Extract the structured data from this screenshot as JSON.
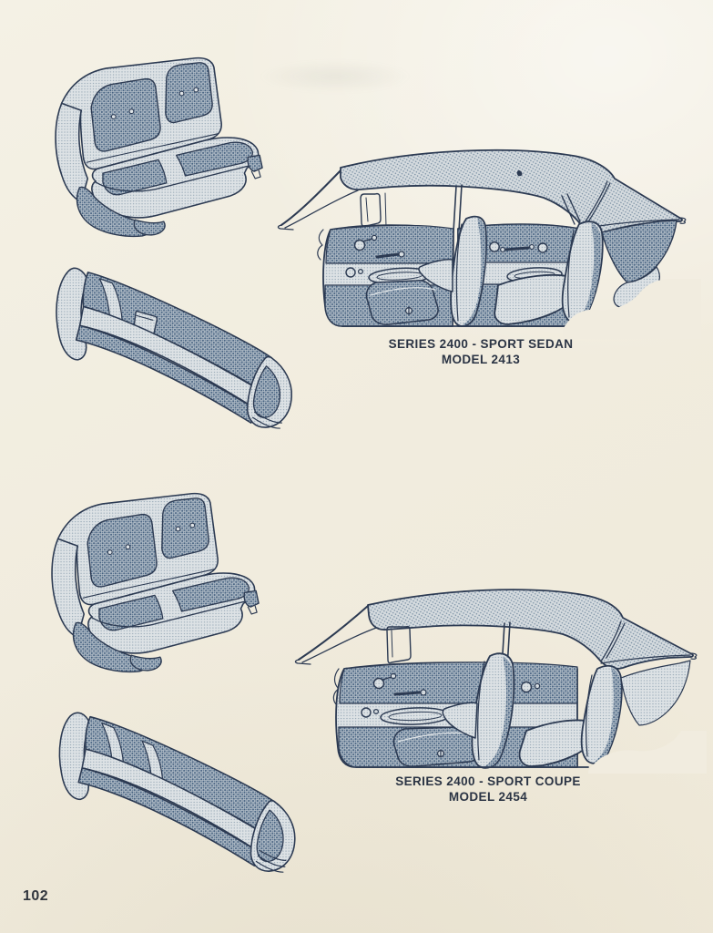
{
  "page": {
    "number": "102"
  },
  "colors": {
    "paper": "#f1ecdf",
    "ink": "#2c3a52",
    "halftone_dark": "#8fa0b2",
    "halftone_light": "#d9dfe3",
    "caption_text": "#2b3444"
  },
  "captions": {
    "sedan": {
      "line1": "SERIES 2400 - SPORT SEDAN",
      "line2": "MODEL 2413"
    },
    "coupe": {
      "line1": "SERIES 2400 - SPORT COUPE",
      "line2": "MODEL 2454"
    }
  }
}
